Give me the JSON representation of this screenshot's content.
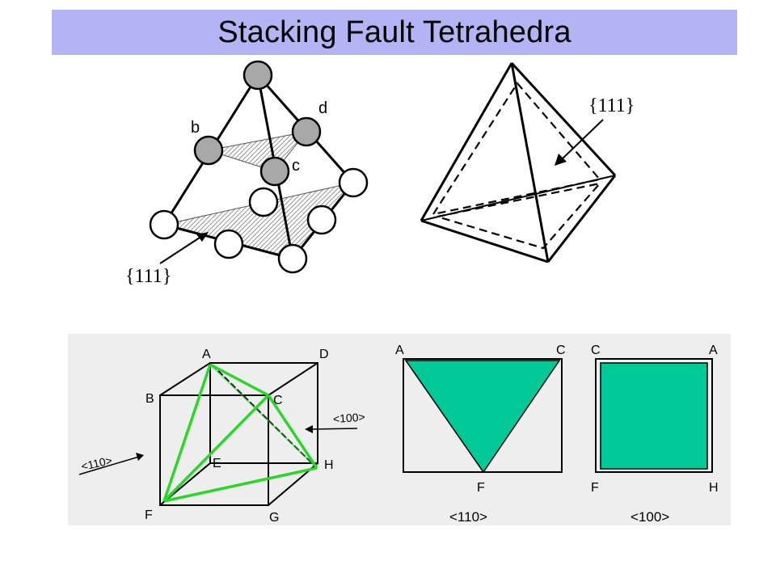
{
  "slide": {
    "title": "Stacking Fault Tetrahedra"
  },
  "atom_diagram": {
    "labels": {
      "b": "b",
      "c": "c",
      "d": "d",
      "plane": "{111}"
    }
  },
  "tetrahedron_diagram": {
    "plane_label": "{111}"
  },
  "cube_diagram": {
    "vertices": {
      "A": "A",
      "B": "B",
      "C": "C",
      "D": "D",
      "E": "E",
      "F": "F",
      "G": "G",
      "H": "H"
    },
    "direction_110": "<110>",
    "direction_100": "<100>"
  },
  "projection_110": {
    "labels": {
      "A": "A",
      "C": "C",
      "F": "F"
    },
    "caption": "<110>"
  },
  "projection_100": {
    "labels": {
      "C": "C",
      "A": "A",
      "F": "F",
      "H": "H"
    },
    "caption": "<100>"
  },
  "colors": {
    "title_bar": "#b4b4f4",
    "atom_fill": "#a8a8a8",
    "highlight_green": "#2bd62b",
    "projection_fill": "#00c896",
    "scan_background": "#eeeeee"
  }
}
